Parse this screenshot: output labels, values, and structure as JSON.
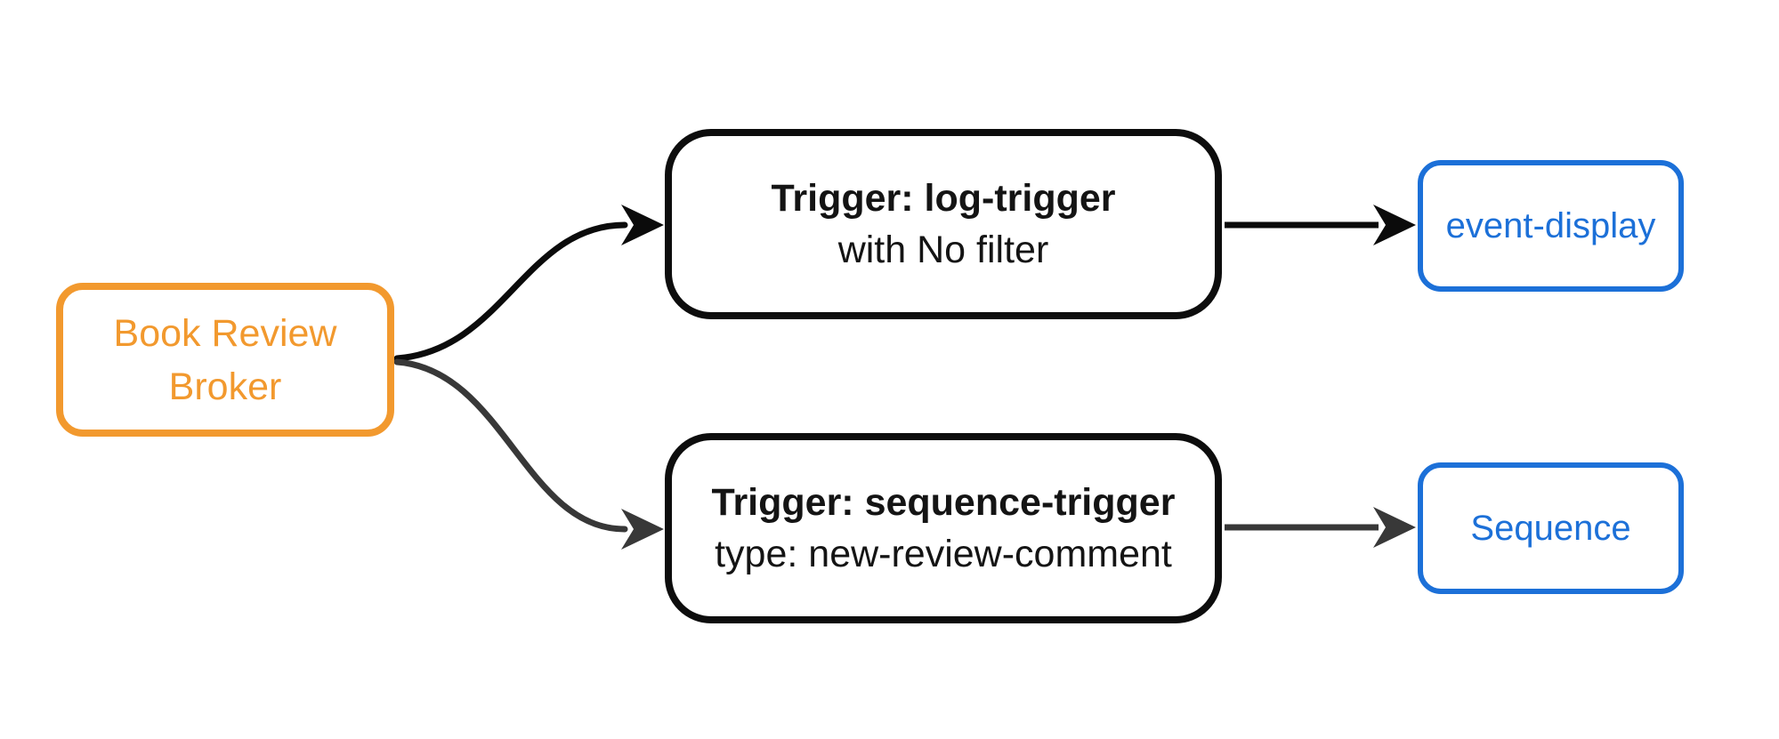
{
  "diagram": {
    "nodes": {
      "broker": {
        "line1": "Book Review",
        "line2": "Broker"
      },
      "log_trigger": {
        "title": "Trigger: log-trigger",
        "subtitle": "with No filter"
      },
      "sequence_trigger": {
        "title": "Trigger: sequence-trigger",
        "subtitle": "type: new-review-comment"
      },
      "event_display": {
        "label": "event-display"
      },
      "sequence": {
        "label": "Sequence"
      }
    },
    "edges": [
      {
        "from": "Book Review Broker",
        "to": "Trigger: log-trigger"
      },
      {
        "from": "Book Review Broker",
        "to": "Trigger: sequence-trigger"
      },
      {
        "from": "Trigger: log-trigger",
        "to": "event-display"
      },
      {
        "from": "Trigger: sequence-trigger",
        "to": "Sequence"
      }
    ],
    "colors": {
      "broker_accent": "#F2992E",
      "endpoint_accent": "#1C70D8",
      "trigger_border": "#0D0D0D",
      "edge_dark": "#0B0B0B",
      "edge_gray": "#383838",
      "background": "#FFFFFF"
    }
  }
}
